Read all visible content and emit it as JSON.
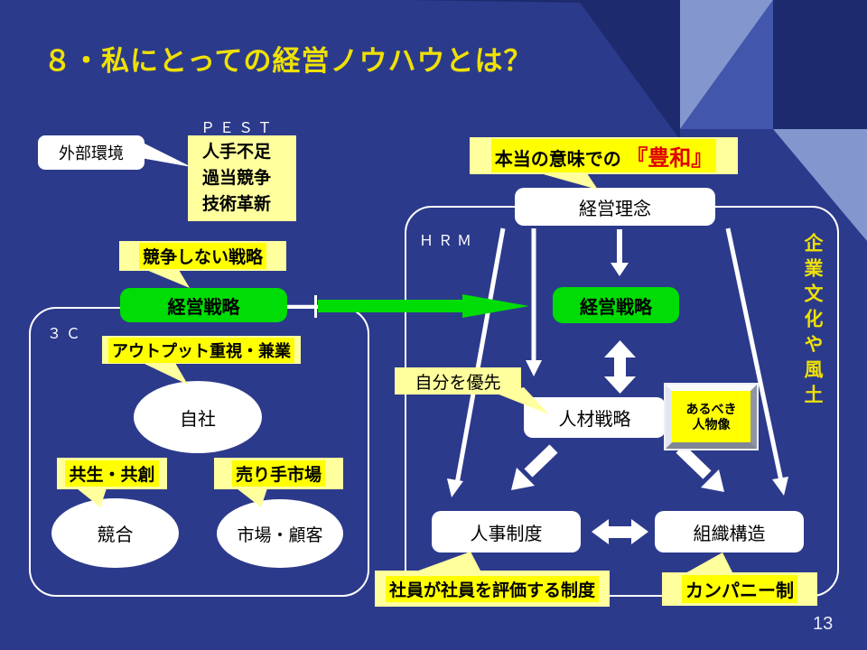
{
  "slide": {
    "title": "８・私にとっての経営ノウハウとは？",
    "page_number": "13"
  },
  "colors": {
    "background": "#2C3A8C",
    "corner_dark": "#1D2A6E",
    "corner_light": "#8496CE",
    "corner_mid": "#4256AC",
    "title_yellow": "#EFE104",
    "callout_yellow": "#FFFF9E",
    "highlight_yellow": "#FFFF00",
    "green": "#00DC05",
    "red_accent": "#DD0000",
    "white": "#FFFFFF"
  },
  "labels": {
    "pest": "ＰＥＳＴ",
    "three_c": "３Ｃ",
    "hrm": "ＨＲＭ",
    "culture_vertical": "企業文化や風土"
  },
  "left": {
    "external_env": "外部環境",
    "pest_lines": [
      "人手不足",
      "過当競争",
      "技術革新"
    ],
    "no_compete": "競争しない戦略",
    "strategy": "経営戦略",
    "output_focus": "アウトプット重視・兼業",
    "own_company": "自社",
    "symbiosis": "共生・共創",
    "sellers_market": "売り手市場",
    "competitors": "競合",
    "market_customers": "市場・顧客"
  },
  "right": {
    "true_meaning": "本当の意味での",
    "howa": "『豊和』",
    "philosophy": "経営理念",
    "strategy": "経営戦略",
    "self_first": "自分を優先",
    "hr_strategy": "人材戦略",
    "ideal_person_line1": "あるべき",
    "ideal_person_line2": "人物像",
    "hr_system": "人事制度",
    "org_structure": "組織構造",
    "peer_eval": "社員が社員を評価する制度",
    "company_system": "カンパニー制"
  }
}
